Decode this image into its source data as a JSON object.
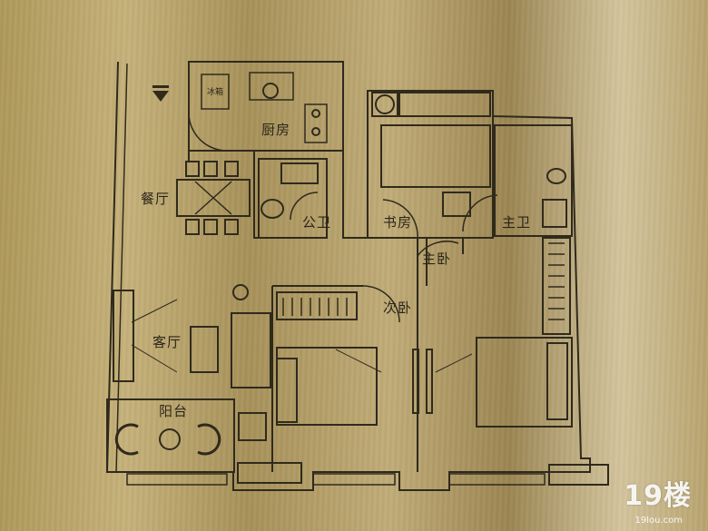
{
  "rooms": {
    "kitchen": "厨房",
    "dining": "餐厅",
    "public_bath": "公卫",
    "study": "书房",
    "master_bath": "主卫",
    "master_bedroom": "主卧",
    "second_bedroom": "次卧",
    "living": "客厅",
    "balcony": "阳台"
  },
  "fixtures": {
    "fridge": "冰箱"
  },
  "watermark": {
    "brand": "19楼",
    "url": "19lou.com"
  },
  "colors": {
    "plate": "#b8a26a",
    "ink": "#2b2618"
  }
}
